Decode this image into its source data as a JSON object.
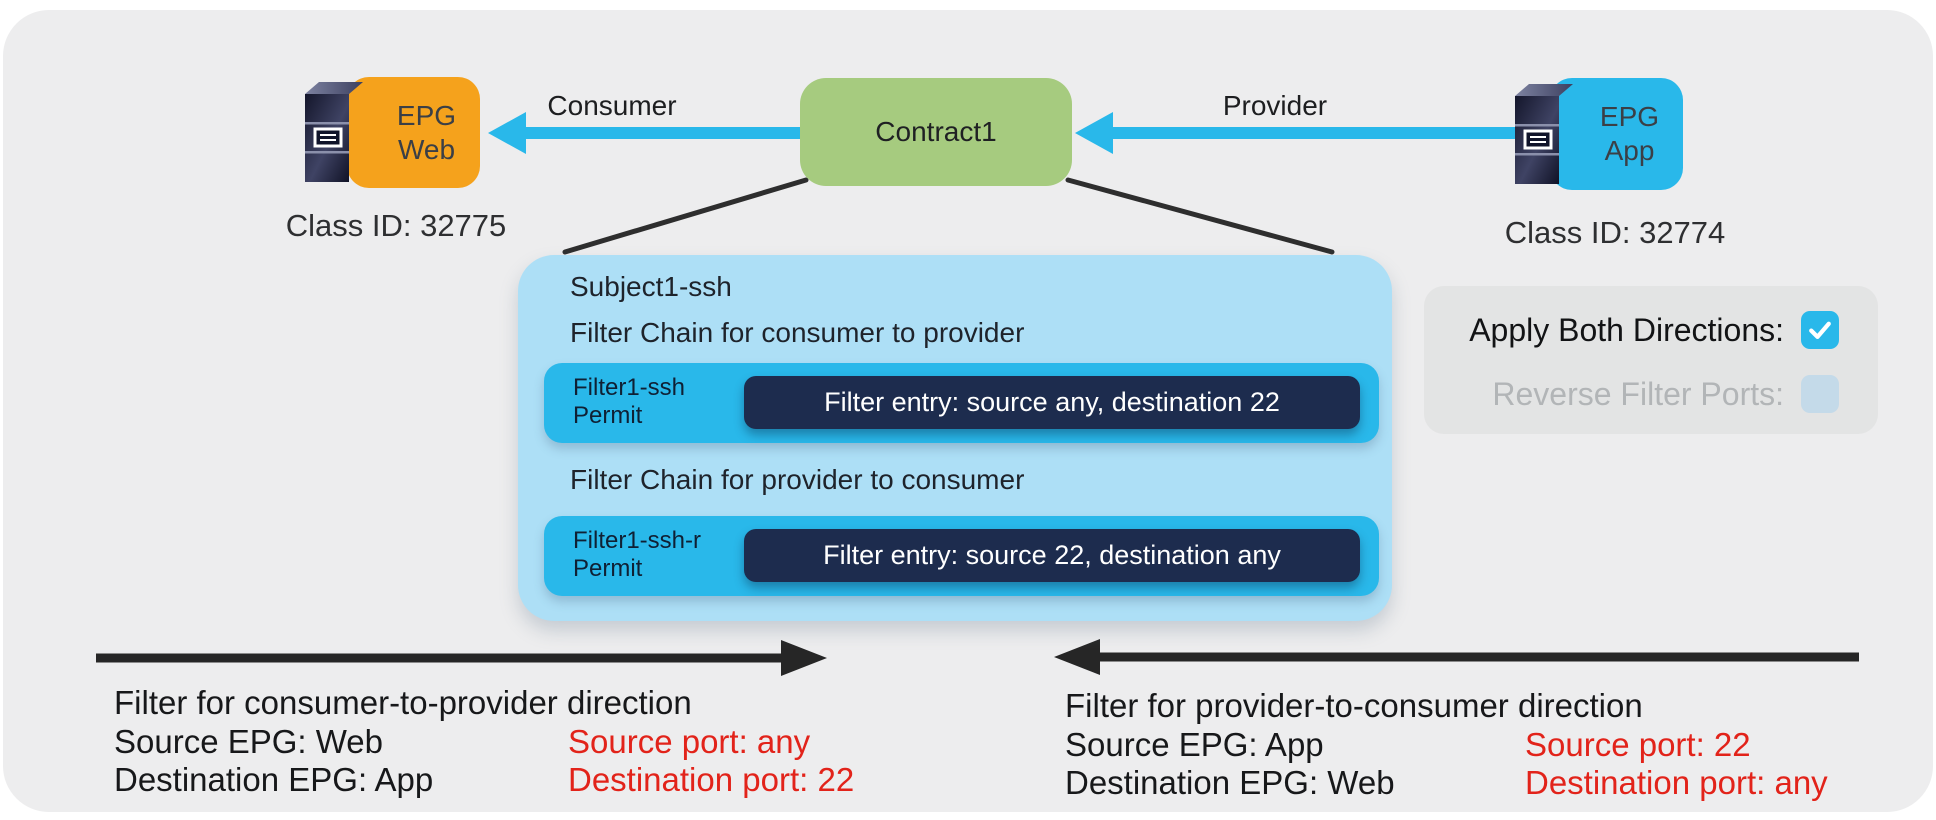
{
  "colors": {
    "background_gray": "#EDEDEE",
    "accent_cyan": "#29B8EA",
    "epg_web_orange": "#F5A21C",
    "contract_green": "#A6CB7F",
    "subject_light_blue": "#ADDFF6",
    "entry_navy": "#1D2C4E",
    "alert_red": "#E2231A",
    "options_panel_gray": "#E3E4E4",
    "disabled_text_gray": "#B2B5B7",
    "line_black": "#2a2a2a"
  },
  "epg_web": {
    "line1": "EPG",
    "line2": "Web",
    "class_id": "Class ID: 32775"
  },
  "epg_app": {
    "line1": "EPG",
    "line2": "App",
    "class_id": "Class ID: 32774"
  },
  "contract": {
    "label": "Contract1"
  },
  "edges": {
    "consumer": "Consumer",
    "provider": "Provider"
  },
  "subject": {
    "title": "Subject1-ssh",
    "chains": [
      {
        "heading": "Filter Chain for consumer to provider",
        "filter_name": "Filter1-ssh",
        "action": "Permit",
        "entry": "Filter entry: source any, destination 22"
      },
      {
        "heading": "Filter Chain for provider to consumer",
        "filter_name": "Filter1-ssh-r",
        "action": "Permit",
        "entry": "Filter entry: source 22, destination any"
      }
    ]
  },
  "options": {
    "apply_both": {
      "label": "Apply Both Directions:",
      "checked": true
    },
    "reverse_ports": {
      "label": "Reverse Filter Ports:",
      "checked": false
    }
  },
  "bottom_left": {
    "title": "Filter for consumer-to-provider direction",
    "rows": [
      {
        "black": "Source EPG: Web",
        "red": "Source port: any"
      },
      {
        "black": "Destination EPG: App",
        "red": "Destination port: 22"
      }
    ]
  },
  "bottom_right": {
    "title": "Filter for provider-to-consumer direction",
    "rows": [
      {
        "black": "Source EPG: App",
        "red": "Source port: 22"
      },
      {
        "black": "Destination EPG: Web",
        "red": "Destination port: any"
      }
    ]
  }
}
